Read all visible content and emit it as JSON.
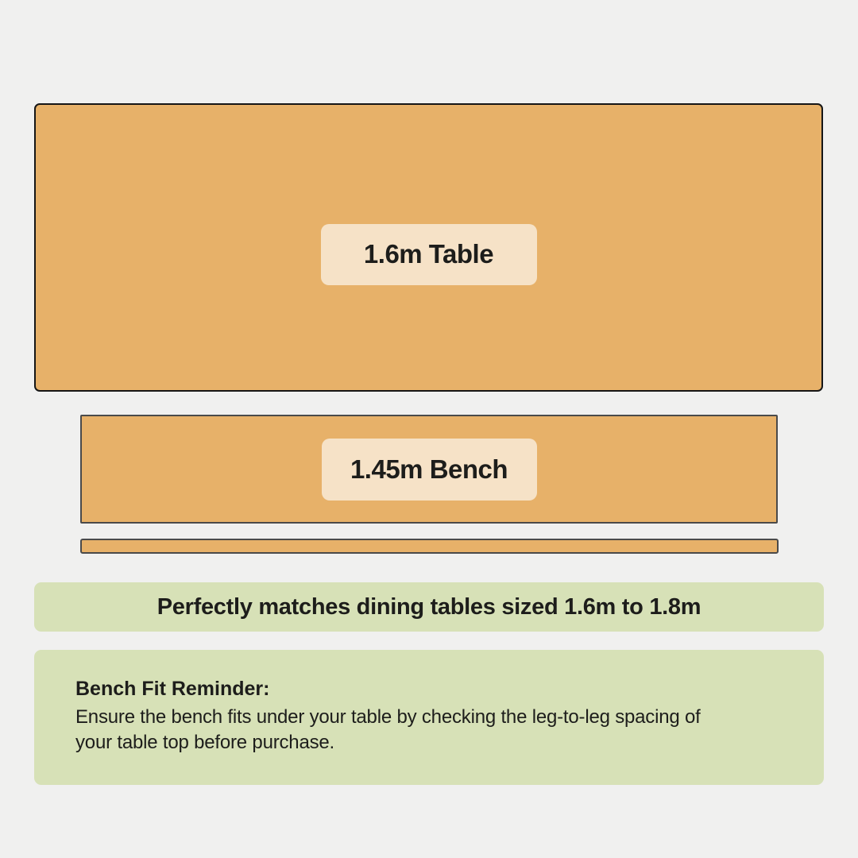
{
  "page": {
    "background_color": "#f0f0ef",
    "furniture_color": "#e7b169",
    "label_background_color": "#f6e2c7",
    "banner_background_color": "#d7e1b7",
    "text_color": "#1d1d1b"
  },
  "diagram": {
    "table_label": "1.6m Table",
    "bench_label": "1.45m Bench"
  },
  "match_banner": {
    "text": "Perfectly matches dining tables sized 1.6m to 1.8m"
  },
  "reminder": {
    "heading": "Bench Fit Reminder:",
    "body": "Ensure the bench fits under your table by checking the leg-to-leg spacing of\nyour table top before purchase."
  }
}
